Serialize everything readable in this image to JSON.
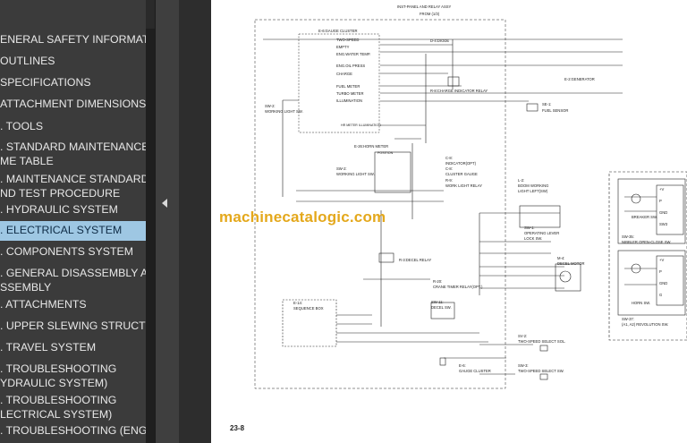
{
  "nav": {
    "items": [
      {
        "lines": [
          "ENERAL SAFETY INFORMATION"
        ]
      },
      {
        "lines": [
          "OUTLINES"
        ]
      },
      {
        "lines": [
          "SPECIFICATIONS"
        ]
      },
      {
        "lines": [
          "ATTACHMENT DIMENSIONS"
        ]
      },
      {
        "lines": [
          ". TOOLS"
        ]
      },
      {
        "lines": [
          ". STANDARD MAINTENANCE",
          "ME TABLE"
        ]
      },
      {
        "lines": [
          ". MAINTENANCE STANDARD",
          "ND TEST PROCEDURE"
        ]
      },
      {
        "lines": [
          ". HYDRAULIC SYSTEM"
        ]
      },
      {
        "lines": [
          ". ELECTRICAL SYSTEM"
        ]
      },
      {
        "lines": [
          ". COMPONENTS SYSTEM"
        ]
      },
      {
        "lines": [
          ". GENERAL DISASSEMBLY AND",
          "SSEMBLY"
        ]
      },
      {
        "lines": [
          ". ATTACHMENTS"
        ]
      },
      {
        "lines": [
          ". UPPER SLEWING STRUCTURE"
        ]
      },
      {
        "lines": [
          ". TRAVEL SYSTEM"
        ]
      },
      {
        "lines": [
          ". TROUBLESHOOTING",
          "YDRAULIC SYSTEM)"
        ]
      },
      {
        "lines": [
          ". TROUBLESHOOTING",
          "LECTRICAL SYSTEM)"
        ]
      },
      {
        "lines": [
          ". TROUBLESHOOTING (ENGINE)"
        ]
      }
    ],
    "active_index": 8
  },
  "document": {
    "watermark": "machinecatalogic.com",
    "page_number": "23-8",
    "labels": {
      "inst_panel": "INST-PANEL AND RELAY ASSY",
      "from": "FROM (1/3)",
      "gauge_cluster": "E-6:GAUGE CLUSTER",
      "two_speed": "TWO-SPEED",
      "empty": "EMPTY",
      "eng_water_temp": "ENG.WATER TEMP.",
      "eng_oil_press": "ENG.OIL PRESS",
      "charge": "CHARGE",
      "fuel_meter": "FUEL METER",
      "turbo_meter": "TURBO METER",
      "illumination": "ILLUMINATION",
      "hour_meter_label": "HR METER ILLUMINATION",
      "horn_meter": "E-26:HORN METER",
      "d4_diode": "D-4:DIODE",
      "e2_generator": "E-2:GENERATOR",
      "charge_relay": "R-8:CHARGE INDICATOR RELAY",
      "fuel_sensor": "SE-1: FUEL SENSOR",
      "working_light_sw": "SW-2: WORKING LIGHT SW.",
      "sw2_working": "SW-2: WORKING LIGHT SW.",
      "position": "POSITION",
      "indicator": "C-8: INDICATOR(OPT)",
      "cluster_gauge": "C-8: CLUSTER GAUGE",
      "work_light_relay": "R-9: WORK LIGHT RELAY",
      "boom_working": "L-2: BOOM WORKING LIGHT LEFT(SW)",
      "operating_lever": "SW-1: OPERATING LEVER LOCK SW.",
      "decel_relay": "R-3:DECEL RELAY",
      "decel_motor": "M-4: DECEL MOTOR",
      "crane_timer": "R-20: CRANE TIMER RELAY(OPT.)",
      "sequence_box": "E-14: SEQUENCE BOX",
      "decel_sw": "SW-11: DECEL SW.",
      "two_speed_sol": "SV-2: TWO-SPEED SELECT SOL.",
      "gauge_cluster2": "E-6: GAUGE CLUSTER",
      "two_speed_sw": "SW-3: TWO-SPEED SELECT SW.",
      "breaker_sw": "BREAKER SW.",
      "nibbler_sw": "SW-35: NIBBLER OPEN-CLOSE SW.",
      "horn_sw": "HORN SW.",
      "revolution_sw": "SW-37: (A1, A2) REVOLUTION SW.",
      "v": "+V",
      "p": "P",
      "gnd": "GND",
      "g": "G",
      "sw3": "SW3"
    }
  },
  "colors": {
    "sidebar_bg": "#3b3b3b",
    "active_bg": "#9ec7e3",
    "watermark": "#e4a81c"
  }
}
